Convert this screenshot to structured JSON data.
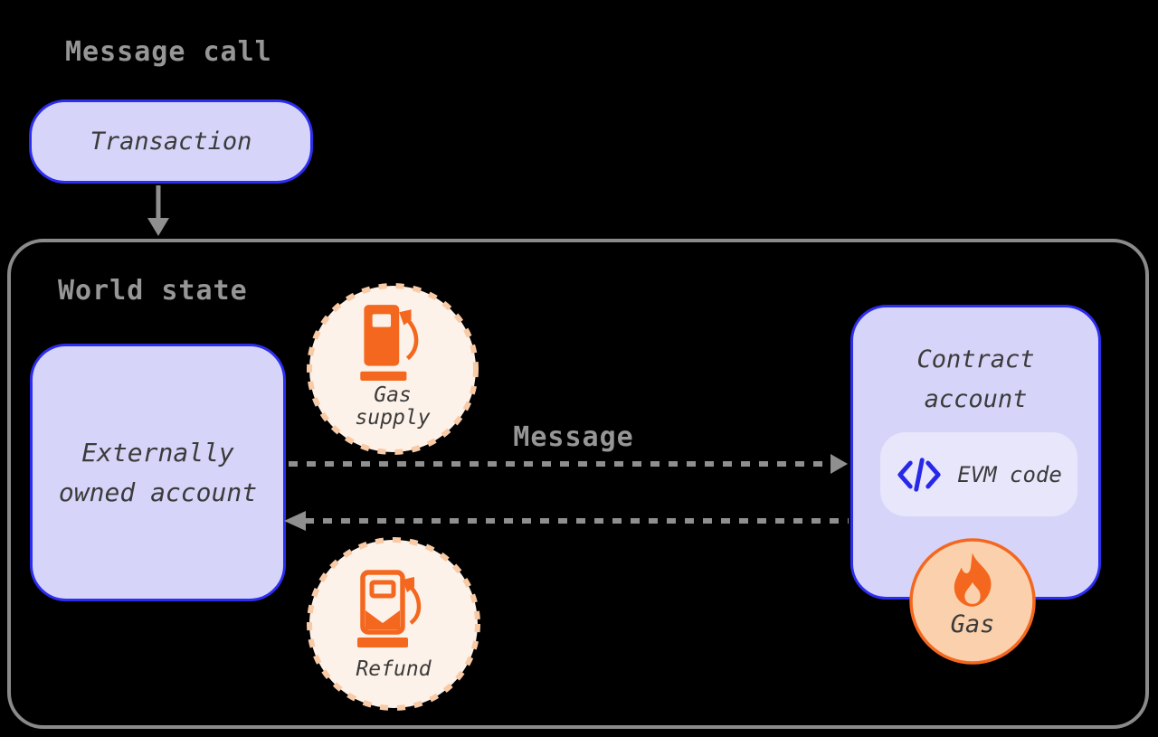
{
  "title": "Message call",
  "transaction": {
    "label": "Transaction"
  },
  "world_state": {
    "label": "World state",
    "message_label": "Message",
    "eoa": {
      "line1": "Externally",
      "line2": "owned account"
    },
    "gas_supply": {
      "line1": "Gas",
      "line2": "supply"
    },
    "refund": {
      "label": "Refund"
    },
    "contract": {
      "line1": "Contract",
      "line2": "account",
      "evm_label": "EVM code",
      "gas_label": "Gas"
    }
  },
  "icons": {
    "gas_supply": "gas-pump-icon",
    "refund": "gas-pump-refund-icon",
    "contract_gas": "flame-icon",
    "evm": "code-icon",
    "transaction_flow": "arrow-down-icon",
    "message_forward": "dashed-arrow-right-icon",
    "message_return": "dashed-arrow-left-icon"
  },
  "colors": {
    "background": "#000000",
    "node_fill": "#d6d5f9",
    "node_border": "#2d2df0",
    "inner_panel_fill": "#e7e6fb",
    "code_icon_blue": "#2828e8",
    "text_dark": "#3b3b3b",
    "text_gray": "#969696",
    "container_border": "#8a8a8a",
    "arrow_gray": "#8f8f8f",
    "accent_orange": "#f4671f",
    "circle_fill_cream": "#fdf2e9",
    "circle_dash_peach": "#f8caa6",
    "gas_circle_fill": "#fad1ac"
  }
}
